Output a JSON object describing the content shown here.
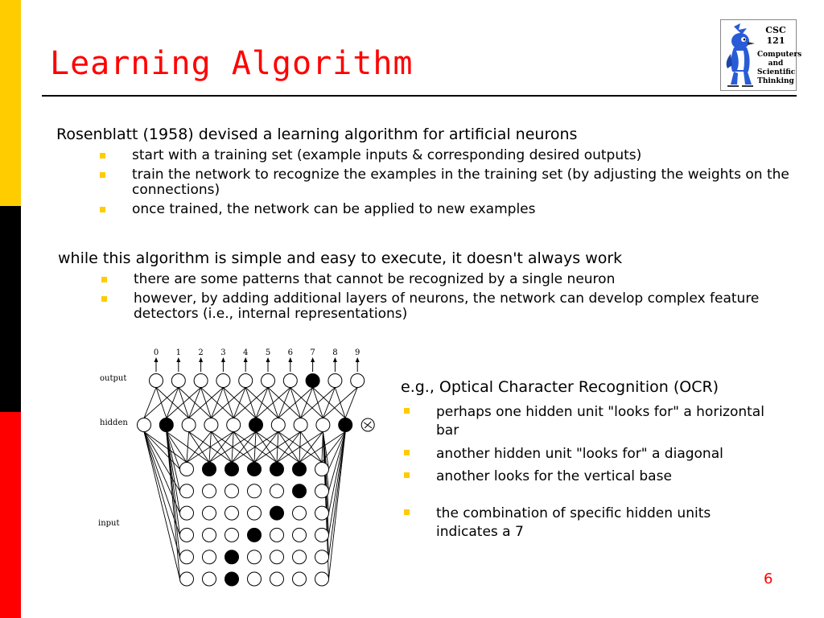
{
  "slide": {
    "title": "Learning Algorithm",
    "page_number": "6",
    "accent_colors": {
      "yellow": "#ffcc00",
      "black": "#000000",
      "red": "#ff0000"
    }
  },
  "logo": {
    "course": "CSC 121",
    "subtitle_lines": [
      "Computers",
      "and",
      "Scientific",
      "Thinking"
    ],
    "mascot_icon": "bluejay-mascot-icon"
  },
  "section1": {
    "heading": "Rosenblatt (1958) devised a learning algorithm for artificial neurons",
    "bullets": [
      "start with a training set (example inputs & corresponding desired outputs)",
      "train the network to recognize the examples in the training set (by adjusting the weights on the connections)",
      "once trained, the network can be applied to new examples"
    ]
  },
  "section2": {
    "heading": "while this algorithm is simple and easy to execute, it doesn't always work",
    "bullets": [
      "there are some patterns that cannot be recognized by a single neuron",
      "however, by adding additional layers of neurons, the network can develop complex feature detectors (i.e., internal representations)"
    ]
  },
  "section3": {
    "heading": "e.g., Optical Character Recognition (OCR)",
    "bullets": [
      "perhaps one hidden unit \"looks for\" a horizontal bar",
      "another hidden unit \"looks for\" a diagonal",
      "another looks for the vertical base",
      "the combination of specific hidden units indicates a 7"
    ]
  },
  "network": {
    "labels": {
      "output": "output",
      "hidden": "hidden",
      "input": "input"
    },
    "output_digits": [
      "0",
      "1",
      "2",
      "3",
      "4",
      "5",
      "6",
      "7",
      "8",
      "9"
    ],
    "output_active": [
      false,
      false,
      false,
      false,
      false,
      false,
      false,
      true,
      false,
      false
    ],
    "hidden_active": [
      false,
      true,
      false,
      false,
      false,
      true,
      false,
      false,
      false,
      true
    ],
    "input_grid": [
      [
        0,
        1,
        1,
        1,
        1,
        1,
        0
      ],
      [
        0,
        0,
        0,
        0,
        0,
        1,
        0
      ],
      [
        0,
        0,
        0,
        0,
        1,
        0,
        0
      ],
      [
        0,
        0,
        0,
        1,
        0,
        0,
        0
      ],
      [
        0,
        0,
        1,
        0,
        0,
        0,
        0
      ],
      [
        0,
        0,
        1,
        0,
        0,
        0,
        0
      ]
    ]
  }
}
